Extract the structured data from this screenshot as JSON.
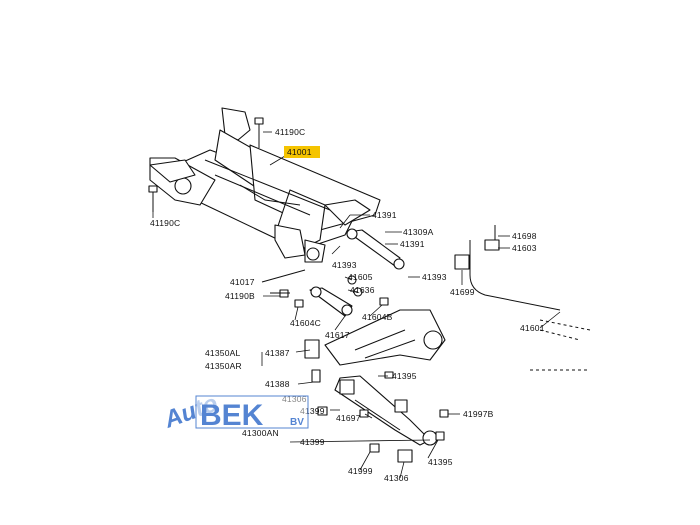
{
  "labels": {
    "l41190C_top": "41190C",
    "l41001": "41001",
    "l41190C_left": "41190C",
    "l41391_a": "41391",
    "l41309A": "41309A",
    "l41391_b": "41391",
    "l41393_a": "41393",
    "l41605": "41605",
    "l41393_b": "41393",
    "l41636": "41636",
    "l41017": "41017",
    "l41190B": "41190B",
    "l41604C": "41604C",
    "l41604B": "41604B",
    "l41617": "41617",
    "l41698": "41698",
    "l41603": "41603",
    "l41699": "41699",
    "l41601": "41601",
    "l41350AL": "41350AL",
    "l41350AR": "41350AR",
    "l41387": "41387",
    "l41388": "41388",
    "l41395_a": "41395",
    "l41306_a": "41306",
    "l41399_a": "41399",
    "l41697": "41697",
    "l41997B": "41997B",
    "l41300AN": "41300AN",
    "l41399_b": "41399",
    "l41395_b": "41395",
    "l41999": "41999",
    "l41306_b": "41306"
  },
  "highlight_color": "#f5c400",
  "watermark": {
    "script": "Auto",
    "brand": "BEK",
    "suffix": "BV",
    "color": "#2a66c8"
  }
}
